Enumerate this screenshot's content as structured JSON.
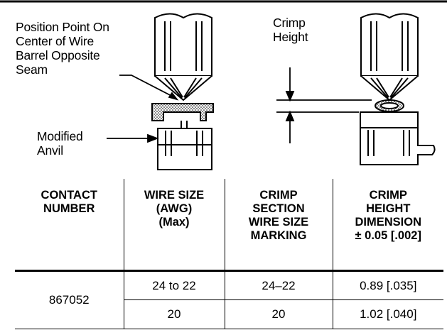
{
  "figure": {
    "label_position": [
      "Position Point On",
      "Center of Wire",
      "Barrel Opposite",
      "Seam"
    ],
    "label_anvil": [
      "Modified",
      "Anvil"
    ],
    "label_crimp": [
      "Crimp",
      "Height"
    ]
  },
  "table": {
    "headers": [
      [
        "CONTACT",
        "NUMBER"
      ],
      [
        "WIRE SIZE",
        "(AWG)",
        "(Max)"
      ],
      [
        "CRIMP",
        "SECTION",
        "WIRE SIZE",
        "MARKING"
      ],
      [
        "CRIMP",
        "HEIGHT",
        "DIMENSION",
        "± 0.05 [.002]"
      ]
    ],
    "contact_number": "867052",
    "rows": [
      {
        "wire_size": "24 to 22",
        "marking": "24–22",
        "height": "0.89 [.035]"
      },
      {
        "wire_size": "20",
        "marking": "20",
        "height": "1.02 [.040]"
      }
    ]
  }
}
